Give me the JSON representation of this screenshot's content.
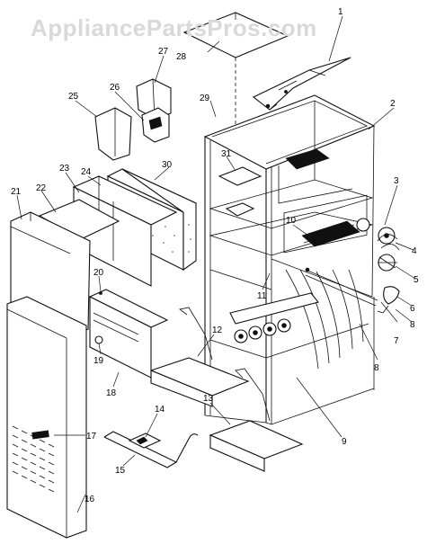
{
  "watermark": "AppliancePartsPros.com",
  "callouts": [
    {
      "id": "c1",
      "text": "1"
    },
    {
      "id": "c2",
      "text": "2"
    },
    {
      "id": "c3",
      "text": "3"
    },
    {
      "id": "c4",
      "text": "4"
    },
    {
      "id": "c5",
      "text": "5"
    },
    {
      "id": "c6",
      "text": "6"
    },
    {
      "id": "c7",
      "text": "7"
    },
    {
      "id": "c8a",
      "text": "8"
    },
    {
      "id": "c8b",
      "text": "8"
    },
    {
      "id": "c9",
      "text": "9"
    },
    {
      "id": "c10",
      "text": "10"
    },
    {
      "id": "c11",
      "text": "11"
    },
    {
      "id": "c12",
      "text": "12"
    },
    {
      "id": "c13",
      "text": "13"
    },
    {
      "id": "c14",
      "text": "14"
    },
    {
      "id": "c15",
      "text": "15"
    },
    {
      "id": "c16",
      "text": "16"
    },
    {
      "id": "c17",
      "text": "17"
    },
    {
      "id": "c18",
      "text": "18"
    },
    {
      "id": "c19",
      "text": "19"
    },
    {
      "id": "c20",
      "text": "20"
    },
    {
      "id": "c21",
      "text": "21"
    },
    {
      "id": "c22",
      "text": "22"
    },
    {
      "id": "c23",
      "text": "23"
    },
    {
      "id": "c24",
      "text": "24"
    },
    {
      "id": "c25",
      "text": "25"
    },
    {
      "id": "c26",
      "text": "26"
    },
    {
      "id": "c27",
      "text": "27"
    },
    {
      "id": "c28",
      "text": "28"
    },
    {
      "id": "c29",
      "text": "29"
    },
    {
      "id": "c30",
      "text": "30"
    },
    {
      "id": "c31",
      "text": "31"
    }
  ]
}
